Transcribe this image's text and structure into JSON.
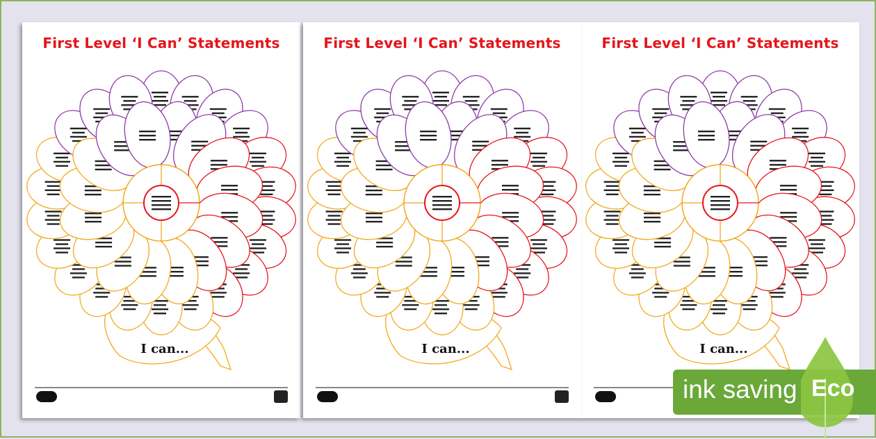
{
  "pages": [
    {
      "title": "First Level ‘I Can’ Statements",
      "leaf_text": "I can..."
    },
    {
      "title": "First Level ‘I Can’ Statements",
      "leaf_text": "I can..."
    },
    {
      "title": "First Level ‘I Can’ Statements",
      "leaf_text": "I can..."
    }
  ],
  "colors": {
    "title": "#e4151b",
    "purple": "#8e3aa8",
    "red": "#e4151b",
    "orange": "#f3a81c",
    "eco_green": "#6aa83a"
  },
  "eco_badge": {
    "label": "ink saving",
    "tag": "Eco"
  }
}
